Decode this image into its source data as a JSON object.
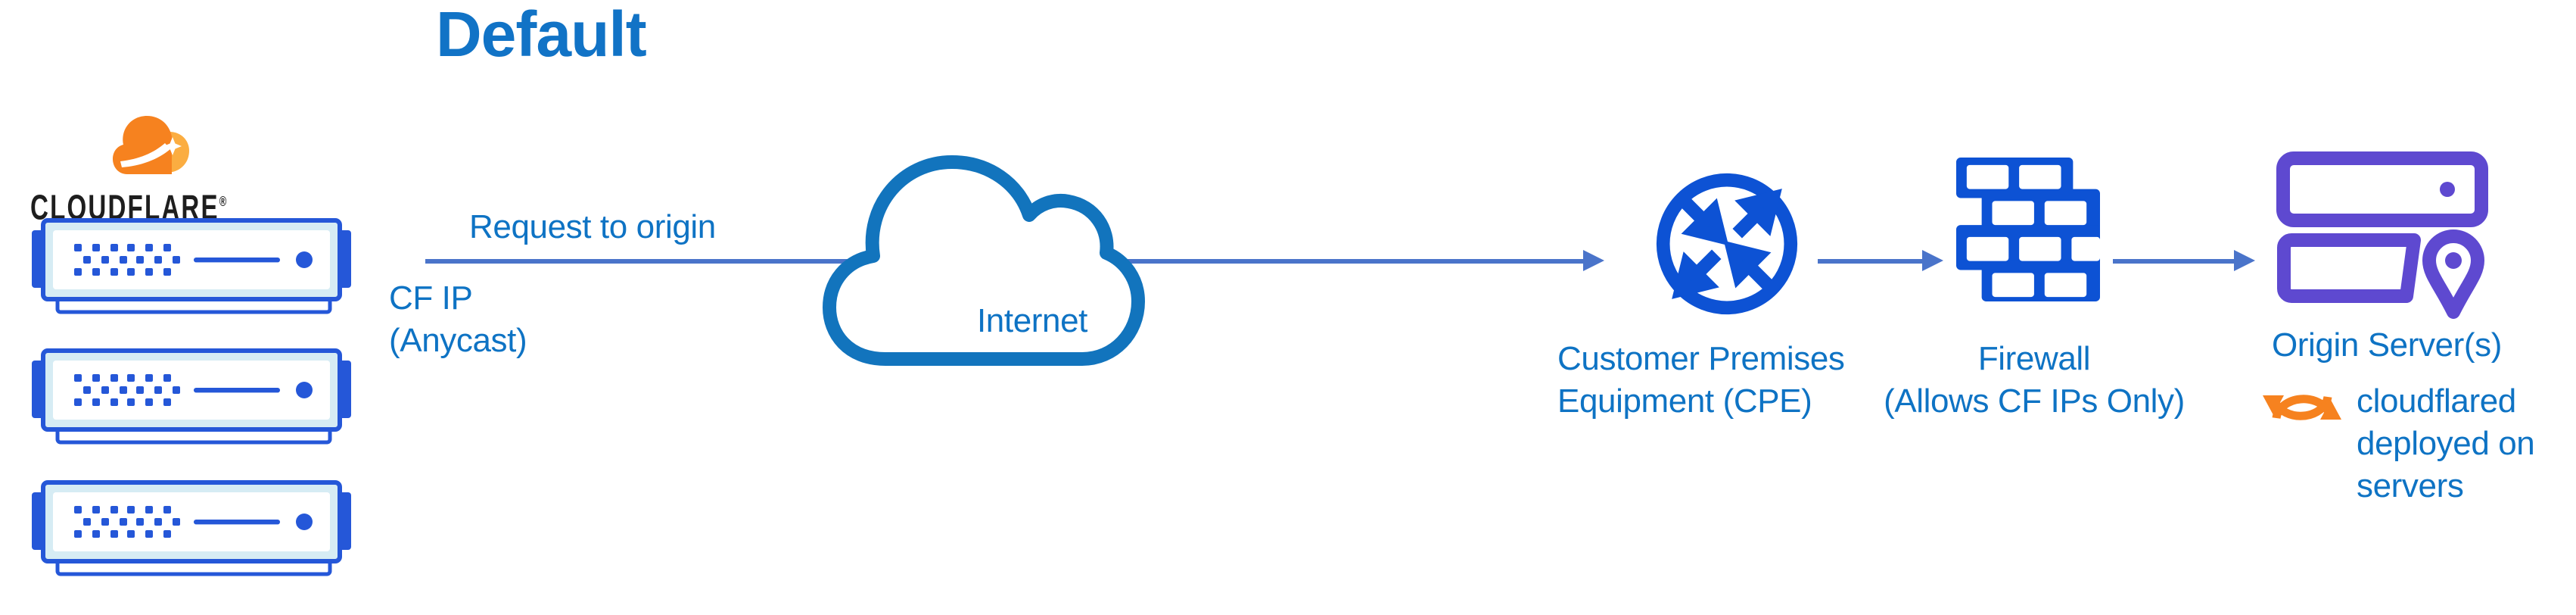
{
  "title": "Default",
  "brand": {
    "wordmark": "CLOUDFLARE",
    "registered_mark": "®"
  },
  "labels": {
    "request_arrow": "Request to origin",
    "cf_ip": [
      "CF IP",
      "(Anycast)"
    ],
    "internet": "Internet",
    "cpe": [
      "Customer Premises",
      "Equipment (CPE)"
    ],
    "firewall": [
      "Firewall",
      "(Allows CF IPs Only)"
    ],
    "origin": "Origin Server(s)",
    "cloudflared_note": [
      "cloudflared",
      "deployed on",
      "servers"
    ]
  },
  "icons": {
    "cloudflare_logo": "orange-cloud-logo",
    "edge_servers": "three-stacked-server-icons",
    "internet": "cloud-outline-icon",
    "cpe": "router-circle-arrows-icon",
    "firewall": "brick-wall-icon",
    "origin": "server-stack-with-location-pin-icon",
    "cloudflared": "orange-sync-arrows-icon"
  },
  "colors": {
    "label_blue": "#0e73c4",
    "title_blue": "#1173c6",
    "arrow_blue": "#4a74ca",
    "internet_cloud_blue": "#1274bd",
    "icon_royal_blue": "#0d52d4",
    "edge_server_blue": "#2557d8",
    "edge_server_fill": "#d6ecf4",
    "origin_purple": "#5e49d0",
    "cloudflare_orange": "#f6821f",
    "cloudflare_orange_light": "#fbad41",
    "wordmark_black": "#1e1e1e"
  }
}
